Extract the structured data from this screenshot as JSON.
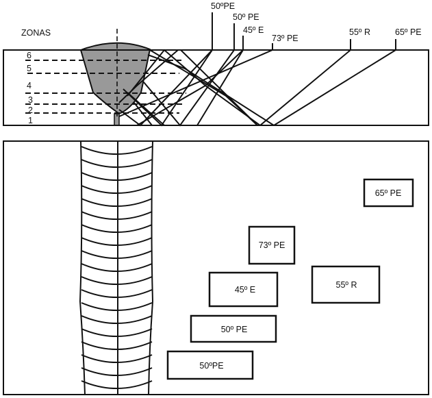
{
  "title": "ZONAS",
  "colors": {
    "line": "#111111",
    "weld_fill": "#999999",
    "background": "#ffffff"
  },
  "zones": [
    {
      "id": 6,
      "label": "6"
    },
    {
      "id": 5,
      "label": "5"
    },
    {
      "id": 4,
      "label": "4"
    },
    {
      "id": 3,
      "label": "3"
    },
    {
      "id": 2,
      "label": "2"
    },
    {
      "id": 1,
      "label": "1"
    }
  ],
  "probes_section": [
    {
      "label": "50ºPE"
    },
    {
      "label": "50º PE"
    },
    {
      "label": "45º E"
    },
    {
      "label": "73º PE"
    },
    {
      "label": "55º R"
    },
    {
      "label": "65º PE"
    }
  ],
  "probes_plan": [
    {
      "label": "65º PE"
    },
    {
      "label": "73º PE"
    },
    {
      "label": "45º E"
    },
    {
      "label": "55º R"
    },
    {
      "label": "50º PE"
    },
    {
      "label": "50ºPE"
    }
  ]
}
